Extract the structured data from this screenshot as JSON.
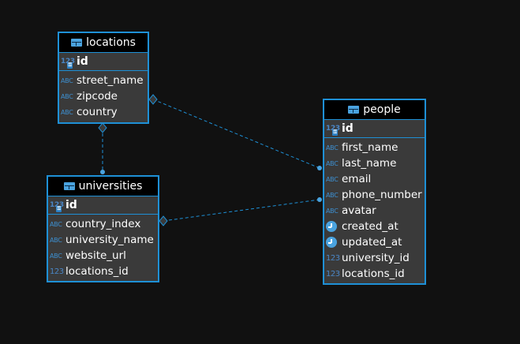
{
  "colors": {
    "background": "#111111",
    "accent": "#1e90d6",
    "entity_fill": "#3a3a3a"
  },
  "type_labels": {
    "text": "ABC",
    "number": "123"
  },
  "entities": {
    "locations": {
      "name": "locations",
      "pk": "id",
      "columns": [
        {
          "name": "street_name",
          "type": "text"
        },
        {
          "name": "zipcode",
          "type": "text"
        },
        {
          "name": "country",
          "type": "text"
        }
      ]
    },
    "universities": {
      "name": "universities",
      "pk": "id",
      "columns": [
        {
          "name": "country_index",
          "type": "text"
        },
        {
          "name": "university_name",
          "type": "text"
        },
        {
          "name": "website_url",
          "type": "text"
        },
        {
          "name": "locations_id",
          "type": "number"
        }
      ]
    },
    "people": {
      "name": "people",
      "pk": "id",
      "columns": [
        {
          "name": "first_name",
          "type": "text"
        },
        {
          "name": "last_name",
          "type": "text"
        },
        {
          "name": "email",
          "type": "text"
        },
        {
          "name": "phone_number",
          "type": "text"
        },
        {
          "name": "avatar",
          "type": "text"
        },
        {
          "name": "created_at",
          "type": "timestamp"
        },
        {
          "name": "updated_at",
          "type": "timestamp"
        },
        {
          "name": "university_id",
          "type": "number"
        },
        {
          "name": "locations_id",
          "type": "number"
        }
      ]
    }
  },
  "relations": [
    {
      "from": "universities",
      "to": "locations"
    },
    {
      "from": "people",
      "to": "locations"
    },
    {
      "from": "people",
      "to": "universities"
    }
  ]
}
